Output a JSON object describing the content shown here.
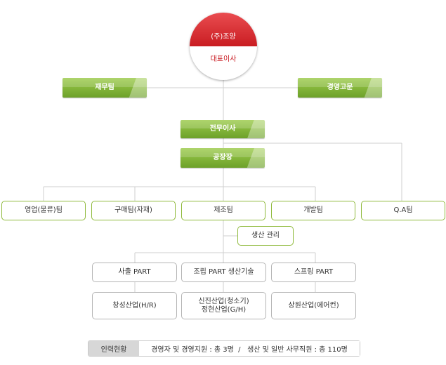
{
  "org": {
    "ceo": {
      "company": "(주)조양",
      "title": "대표이사"
    },
    "advisors": {
      "left": "재무팀",
      "right": "경영고문"
    },
    "executive": "전무이사",
    "plant_manager": "공장장",
    "teams": [
      "영업(물류)팀",
      "구매팀(자재)",
      "제조팀",
      "개발팀",
      "Q.A팀"
    ],
    "production_mgmt": "생산 관리",
    "parts": [
      "사출 PART",
      "조립 PART 생산기술",
      "스프링 PART"
    ],
    "affiliates": [
      {
        "lines": [
          "창성산업(H/R)"
        ]
      },
      {
        "lines": [
          "신진산업(청소기)",
          "정현산업(G/H)"
        ]
      },
      {
        "lines": [
          "상원산업(에어컨)"
        ]
      }
    ],
    "staff": {
      "label": "인력현황",
      "text": "경영자 및 경영지원 : 총 3명  /   생산 및 일반 사무직원 : 총 110명"
    }
  }
}
